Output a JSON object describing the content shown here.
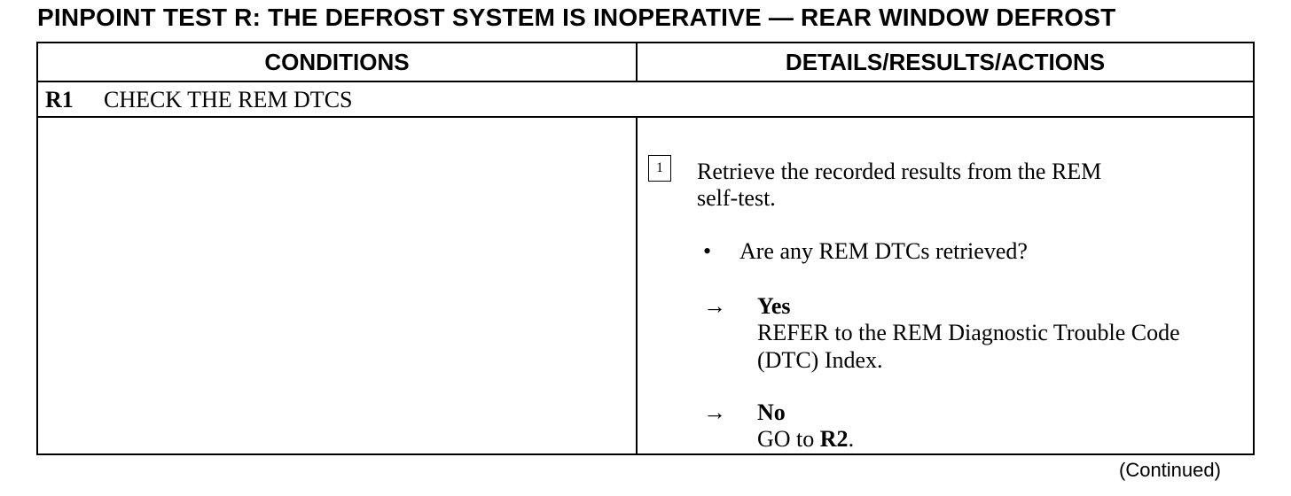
{
  "title": "PINPOINT TEST R: THE DEFROST SYSTEM IS INOPERATIVE — REAR WINDOW DEFROST",
  "table": {
    "headers": {
      "conditions": "CONDITIONS",
      "details": "DETAILS/RESULTS/ACTIONS"
    },
    "step": {
      "id": "R1",
      "title": "CHECK THE REM DTCS"
    },
    "details": {
      "step_number": "1",
      "instruction_line1": "Retrieve the recorded results from the REM",
      "instruction_line2": "self-test.",
      "bullet": "•",
      "question": "Are any REM DTCs retrieved?",
      "arrow": "→",
      "yes": {
        "label": "Yes",
        "action_line1": "REFER to the REM Diagnostic Trouble Code",
        "action_line2": "(DTC) Index."
      },
      "no": {
        "label": "No",
        "action_prefix": "GO to ",
        "action_target": "R2",
        "action_suffix": "."
      }
    }
  },
  "footer": {
    "continued": "(Continued)"
  }
}
